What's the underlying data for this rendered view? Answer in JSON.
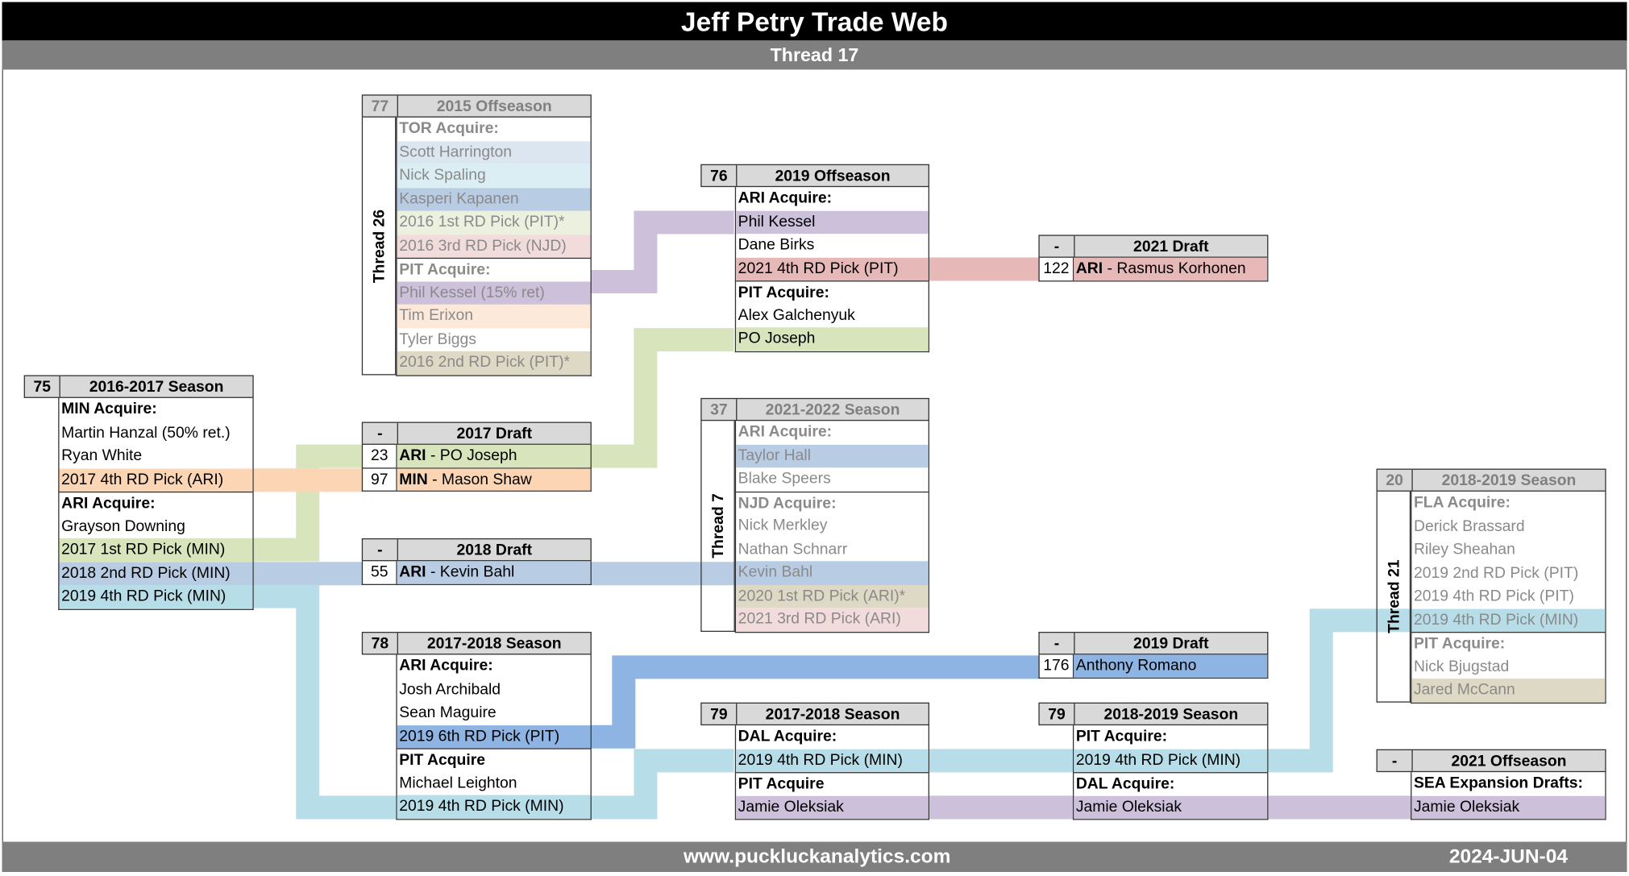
{
  "title": "Jeff Petry Trade Web",
  "subtitle": "Thread 17",
  "footer": {
    "url": "www.puckluckanalytics.com",
    "date": "2024-JUN-04"
  },
  "colors": {
    "purple": "#ccc0da",
    "green": "#d8e4bc",
    "red": "#e6b8b7",
    "orange": "#fcd5b4",
    "steel": "#b8cce4",
    "cyan": "#b7dee8",
    "blue": "#8db4e2",
    "tan": "#ddd9c4",
    "pink": "#f2dcdb",
    "paleblue": "#dce6f1",
    "paleteal": "#daeef3",
    "palegreen": "#ebf1de",
    "paleorange": "#fde9d9"
  },
  "boxes": {
    "b77": {
      "num": "77",
      "title": "2015 Offseason",
      "thread": "Thread 26",
      "rows": [
        "TOR Acquire:",
        "Scott Harrington",
        "Nick Spaling",
        "Kasperi Kapanen",
        "2016 1st RD Pick (PIT)*",
        "2016 3rd RD Pick (NJD)",
        "PIT Acquire:",
        "Phil Kessel (15% ret)",
        "Tim Erixon",
        "Tyler Biggs",
        "2016 2nd RD Pick (PIT)*"
      ]
    },
    "b76": {
      "num": "76",
      "title": "2019 Offseason",
      "rows": [
        "ARI Acquire:",
        "Phil Kessel",
        "Dane Birks",
        "2021 4th RD Pick (PIT)",
        "PIT Acquire:",
        "Alex Galchenyuk",
        "PO Joseph"
      ]
    },
    "b21d": {
      "num": "-",
      "title": "2021 Draft",
      "picks": [
        {
          "n": "122",
          "team": "ARI",
          "sep": " - ",
          "player": "Rasmus Korhonen"
        }
      ]
    },
    "b75": {
      "num": "75",
      "title": "2016-2017 Season",
      "rows": [
        "MIN Acquire:",
        "Martin Hanzal (50% ret.)",
        "Ryan White",
        "2017 4th RD Pick (ARI)",
        "ARI Acquire:",
        "Grayson Downing",
        "2017 1st RD Pick (MIN)",
        "2018 2nd RD Pick (MIN)",
        "2019 4th RD Pick (MIN)"
      ]
    },
    "b17d": {
      "num": "-",
      "title": "2017 Draft",
      "picks": [
        {
          "n": "23",
          "team": "ARI",
          "sep": " - ",
          "player": "PO Joseph"
        },
        {
          "n": "97",
          "team": "MIN",
          "sep": " - ",
          "player": "Mason Shaw"
        }
      ]
    },
    "b18d": {
      "num": "-",
      "title": "2018 Draft",
      "picks": [
        {
          "n": "55",
          "team": "ARI",
          "sep": " - ",
          "player": "Kevin Bahl"
        }
      ]
    },
    "b37": {
      "num": "37",
      "title": "2021-2022 Season",
      "thread": "Thread 7",
      "rows": [
        "ARI Acquire:",
        "Taylor Hall",
        "Blake Speers",
        "NJD Acquire:",
        "Nick Merkley",
        "Nathan Schnarr",
        "Kevin Bahl",
        "2020 1st RD Pick (ARI)*",
        "2021 3rd RD Pick (ARI)"
      ]
    },
    "b20": {
      "num": "20",
      "title": "2018-2019 Season",
      "thread": "Thread 21",
      "rows": [
        "FLA Acquire:",
        "Derick Brassard",
        "Riley Sheahan",
        "2019 2nd RD Pick (PIT)",
        "2019 4th RD Pick (PIT)",
        "2019 4th RD Pick (MIN)",
        "PIT Acquire:",
        "Nick Bjugstad",
        "Jared McCann"
      ]
    },
    "b78": {
      "num": "78",
      "title": "2017-2018 Season",
      "rows": [
        "ARI Acquire:",
        "Josh Archibald",
        "Sean Maguire",
        "2019 6th RD Pick (PIT)",
        "PIT Acquire",
        "Michael Leighton",
        "2019 4th RD Pick (MIN)"
      ]
    },
    "b19d": {
      "num": "-",
      "title": "2019 Draft",
      "picks": [
        {
          "n": "176",
          "team": "",
          "sep": "",
          "player": "Anthony Romano"
        }
      ]
    },
    "b79a": {
      "num": "79",
      "title": "2017-2018 Season",
      "rows": [
        "DAL Acquire:",
        "2019 4th RD Pick (MIN)",
        "PIT Acquire",
        "Jamie Oleksiak"
      ]
    },
    "b79b": {
      "num": "79",
      "title": "2018-2019 Season",
      "rows": [
        "PIT Acquire:",
        "2019 4th RD Pick (MIN)",
        "DAL Acquire:",
        "Jamie Oleksiak"
      ]
    },
    "b21o": {
      "num": "-",
      "title": "2021 Offseason",
      "rows": [
        "SEA Expansion Drafts:",
        "Jamie Oleksiak"
      ]
    }
  }
}
